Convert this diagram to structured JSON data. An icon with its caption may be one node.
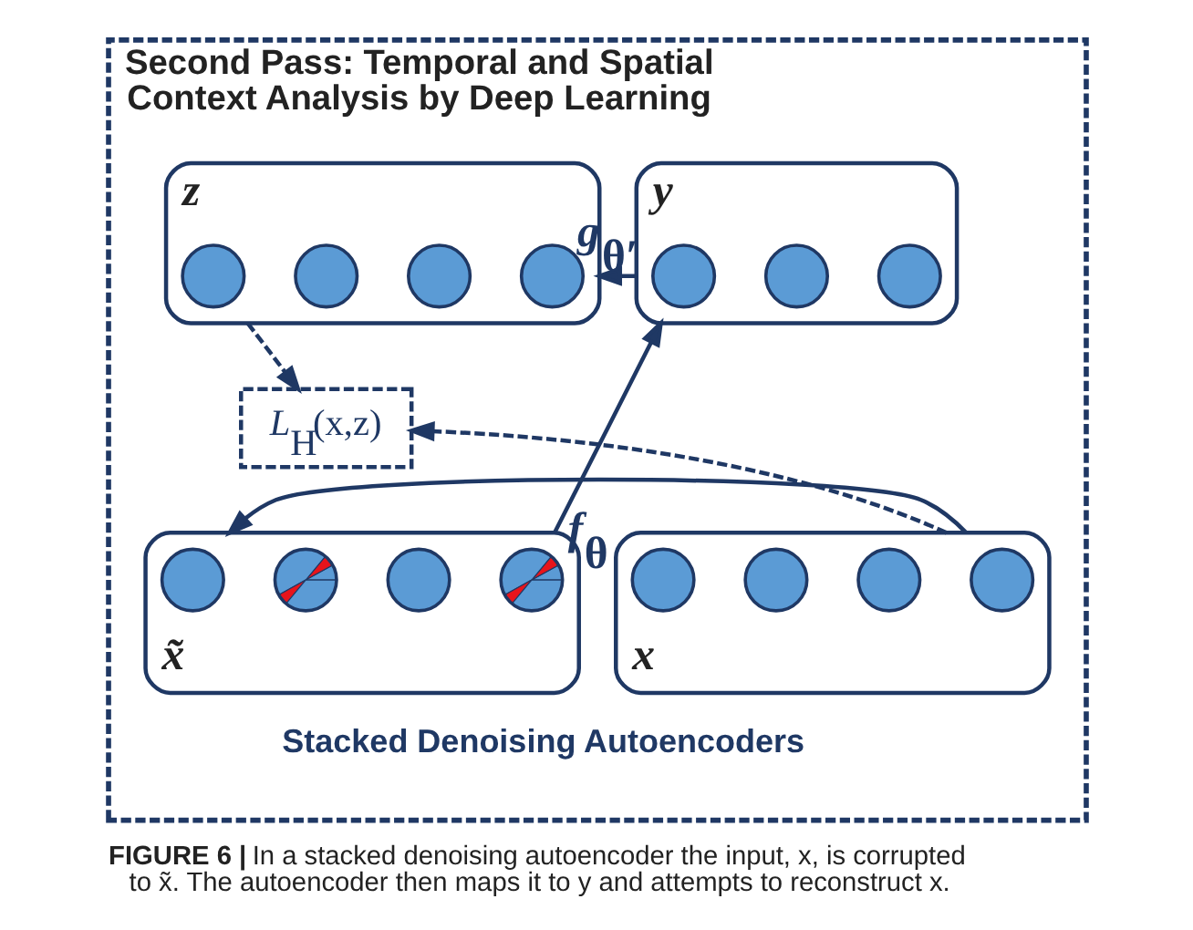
{
  "diagram": {
    "caption": "**FIGURE 6 |** In a stacked denoising autoencoder the input, x, is corrupted to x̃. The autoencoder then maps it to y and attempts to reconstruct x.",
    "nodes": [
      {
        "text": [
          "Second Pass: Temporal and Spatial Context Analysis by Deep Learning",
          "Stacked Denoising Autoencoders"
        ]
      },
      {
        "text": [
          "y"
        ],
        "in": 0
      },
      {
        "text": [],
        "shape": "circle",
        "in": 1
      },
      {
        "text": [],
        "shape": "circle",
        "in": 1
      },
      {
        "text": [],
        "shape": "circle",
        "in": 1
      },
      {
        "text": [
          "z"
        ],
        "in": 0
      },
      {
        "text": [],
        "shape": "circle",
        "in": 5
      },
      {
        "text": [],
        "shape": "circle",
        "in": 5
      },
      {
        "text": [],
        "shape": "circle",
        "in": 5
      },
      {
        "text": [],
        "shape": "circle",
        "in": 5
      },
      {
        "text": [
          "*L*$_{H}$(x,z)"
        ],
        "in": 0
      },
      {
        "text": [
          "x̃"
        ],
        "in": 0
      },
      {
        "text": [],
        "shape": "circle",
        "in": 11
      },
      {
        "text": [],
        "shape": "circle",
        "in": 11
      },
      {
        "text": [],
        "shape": "circle",
        "in": 11
      },
      {
        "text": [],
        "shape": "circle",
        "in": 11
      },
      {
        "text": [
          "x"
        ],
        "in": 0
      },
      {
        "text": [],
        "shape": "circle",
        "in": 16
      },
      {
        "text": [],
        "shape": "circle",
        "in": 16
      },
      {
        "text": [],
        "shape": "circle",
        "in": 16
      },
      {
        "text": [],
        "shape": "circle",
        "in": 16
      }
    ],
    "edges": [
      {
        "from": 1,
        "to": 5,
        "arrow": "to",
        "label": "*g*$_{θ′}$"
      },
      {
        "from": 11,
        "to": 1,
        "arrow": "to",
        "label": "*f*$_{θ}$"
      },
      {
        "from": 5,
        "to": 10,
        "arrow": "to",
        "style": "dashed"
      },
      {
        "from": 16,
        "to": 10,
        "arrow": "to",
        "style": "dashed"
      },
      {
        "from": 16,
        "to": 11,
        "arrow": "to"
      }
    ]
  }
}
